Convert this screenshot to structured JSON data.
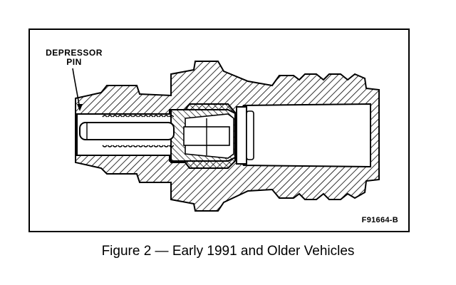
{
  "figure": {
    "callout_label_line1": "DEPRESSOR",
    "callout_label_line2": "PIN",
    "part_number": "F91664-B"
  },
  "caption": "Figure 2 — Early 1991 and Older Vehicles",
  "colors": {
    "ink": "#000000",
    "paper": "#ffffff"
  }
}
